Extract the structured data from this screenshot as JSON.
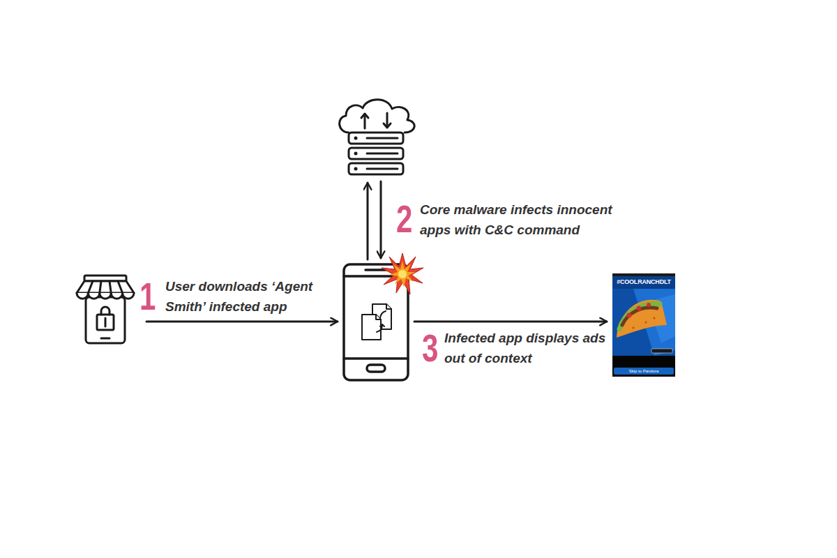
{
  "diagram": {
    "nodes": [
      {
        "text": []
      },
      {
        "text": []
      },
      {
        "text": []
      },
      {
        "text": [
          "#COOLRANCHDLT",
          "Skip to Pandora"
        ]
      }
    ],
    "edges": [
      {
        "from": 0,
        "to": 1,
        "arrow": "to",
        "label": "User downloads ‘Agent Smith’ infected app"
      },
      {
        "from": 1,
        "to": 2,
        "arrow": "to"
      },
      {
        "from": 2,
        "to": 1,
        "arrow": "to",
        "label": "Core malware infects innocent apps with C&C command"
      },
      {
        "from": 1,
        "to": 3,
        "arrow": "to",
        "label": "Infected app displays ads out of context"
      }
    ],
    "labels": [
      "1",
      "2",
      "3"
    ]
  }
}
